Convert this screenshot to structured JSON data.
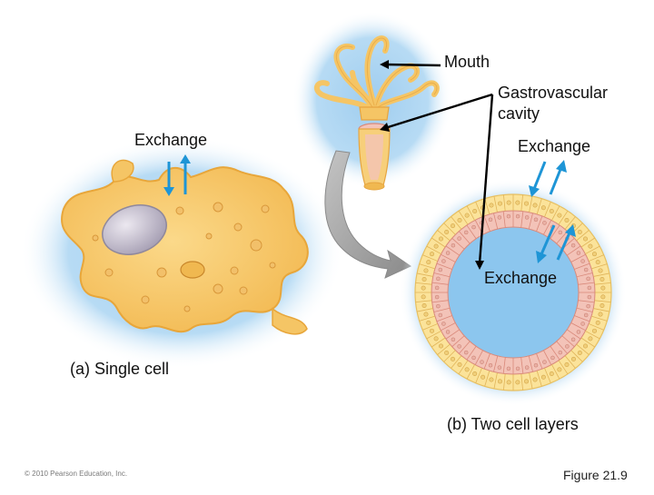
{
  "labels": {
    "mouth": "Mouth",
    "gastrovascular_line1": "Gastrovascular",
    "gastrovascular_line2": "cavity",
    "exchange_cell": "Exchange",
    "exchange_outer": "Exchange",
    "exchange_inner": "Exchange",
    "caption_a": "(a) Single cell",
    "caption_b": "(b) Two cell layers",
    "copyright": "© 2010 Pearson Education, Inc.",
    "figure": "Figure 21.9"
  },
  "colors": {
    "halo_blue": "#a9d2f0",
    "cell_yellow": "#f7c86a",
    "cell_edge": "#e8a63a",
    "nucleus": "#c9c2d4",
    "cavity_blue": "#8cc6ee",
    "inner_layer_pink": "#f3c3b8",
    "outer_layer_yellow": "#fbe39a",
    "arrow_blue": "#1e95d6",
    "curve_arrow_gray": "#9a9a9a",
    "pointer_black": "#000000"
  },
  "icons": {
    "exchange_arrows": "double-arrow-icon",
    "transition_arrow": "curved-arrow-icon"
  }
}
